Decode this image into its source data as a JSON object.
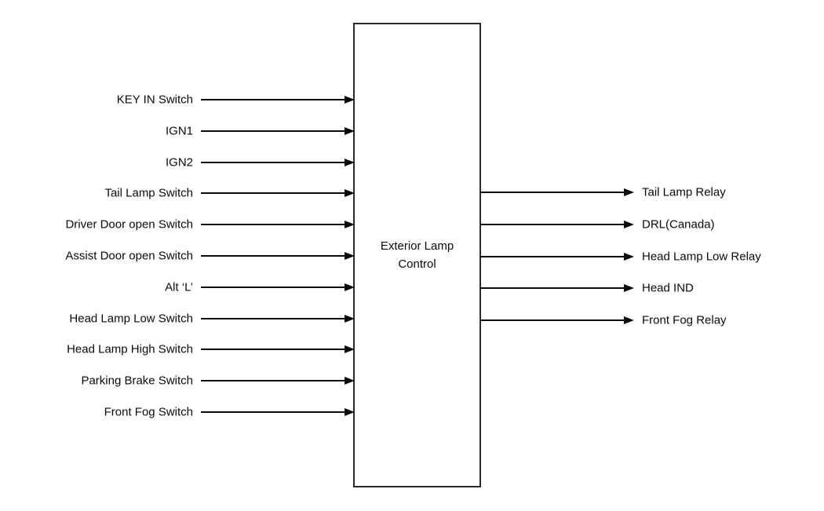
{
  "diagram": {
    "block": {
      "title": "Exterior Lamp Control"
    },
    "inputs": [
      "KEY IN Switch",
      "IGN1",
      "IGN2",
      "Tail Lamp Switch",
      "Driver Door open Switch",
      "Assist Door open Switch",
      "Alt ‘L’",
      "Head Lamp Low Switch",
      "Head Lamp High Switch",
      "Parking Brake Switch",
      "Front Fog Switch"
    ],
    "outputs": [
      "Tail Lamp Relay",
      "DRL(Canada)",
      "Head Lamp Low Relay",
      "Head IND",
      "Front Fog Relay"
    ],
    "colors": {
      "line": "#0a0a0a",
      "background": "#ffffff"
    }
  }
}
